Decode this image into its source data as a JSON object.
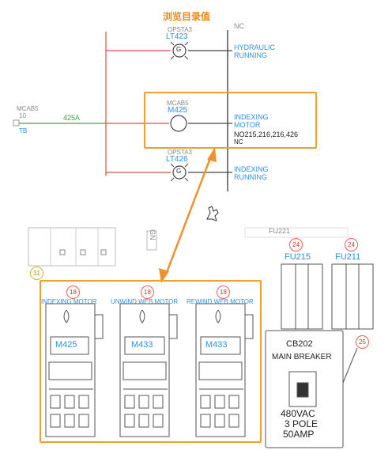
{
  "header": {
    "title": "浏览目录值"
  },
  "schematic": {
    "top_partial": "NC",
    "rows": [
      {
        "source": "OPSTA3",
        "tag": "LT423",
        "desc1": "HYDRAULIC",
        "desc2": "RUNNING"
      },
      {
        "source": "MCAB5",
        "tag": "M425",
        "desc1": "INDEXING",
        "desc2": "MOTOR",
        "contacts": "NO215,216,216,426",
        "nc": "NC"
      },
      {
        "source": "OPSTA3",
        "tag": "LT426",
        "desc1": "INDEXING",
        "desc2": "RUNNING"
      }
    ],
    "feed": {
      "cab": "MCAB5",
      "num": "10",
      "tb": "TB",
      "wire": "425A"
    },
    "coil_symbol": "G"
  },
  "panel": {
    "partial_label": "GN",
    "top_partial": "FU221",
    "callouts": {
      "c31": "31",
      "c18a": "18",
      "c18b": "18",
      "c18c": "18",
      "c24a": "24",
      "c24b": "24",
      "c25": "25"
    },
    "contactors": [
      {
        "label": "INDEXING MOTOR",
        "tag": "M425"
      },
      {
        "label": "UNWIND WEB MOTOR",
        "tag": "M433"
      },
      {
        "label": "REWIND WEB MOTOR",
        "tag": "M433"
      }
    ],
    "fuses": [
      {
        "tag": "FU215"
      },
      {
        "tag": "FU211"
      }
    ],
    "breaker": {
      "tag": "CB202",
      "title": "MAIN BREAKER",
      "line1": "480VAC",
      "line2": "3 POLE",
      "line3": "50AMP"
    }
  },
  "colors": {
    "highlight": "#f0a030",
    "tag_blue": "#2f8fe8",
    "wire_red": "#e34a4a",
    "wire_green": "#3aa83a"
  },
  "icons": {
    "cursor": "pointer-hand-icon",
    "link": "double-arrow-icon"
  }
}
